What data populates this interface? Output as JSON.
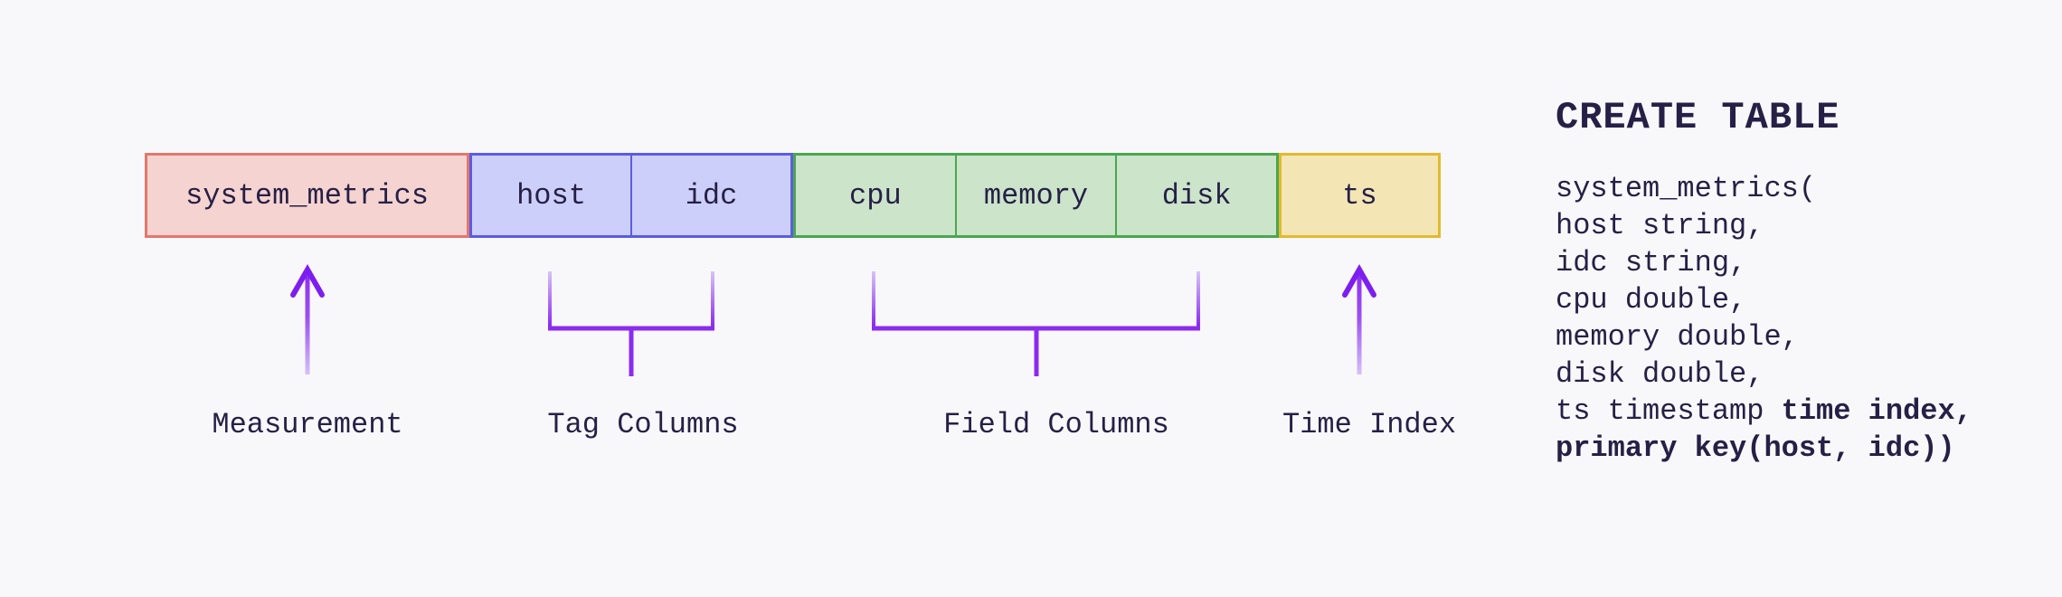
{
  "colors": {
    "background": "#f8f8fa",
    "text": "#262046",
    "measurement_fill": "#f5d3d0",
    "measurement_border": "#e2776d",
    "tag_fill": "#cdcffb",
    "tag_border": "#5b5ce2",
    "field_fill": "#cbe4ca",
    "field_border": "#4aa74f",
    "time_fill": "#f3e6b4",
    "time_border": "#e3b92e",
    "accent_purple": "#8c2bf0",
    "accent_purple_faded": "#d9c8f8"
  },
  "diagram": {
    "groups": [
      {
        "name": "measurement",
        "annotation": "Measurement",
        "cells": [
          {
            "label": "system_metrics"
          }
        ]
      },
      {
        "name": "tags",
        "annotation": "Tag Columns",
        "cells": [
          {
            "label": "host"
          },
          {
            "label": "idc"
          }
        ]
      },
      {
        "name": "fields",
        "annotation": "Field Columns",
        "cells": [
          {
            "label": "cpu"
          },
          {
            "label": "memory"
          },
          {
            "label": "disk"
          }
        ]
      },
      {
        "name": "time",
        "annotation": "Time Index",
        "cells": [
          {
            "label": "ts"
          }
        ]
      }
    ]
  },
  "sql": {
    "heading": "CREATE TABLE",
    "lines": [
      {
        "pre": "system_metrics(",
        "bold": ""
      },
      {
        "pre": "host string,",
        "bold": ""
      },
      {
        "pre": "idc string,",
        "bold": ""
      },
      {
        "pre": "cpu double,",
        "bold": ""
      },
      {
        "pre": "memory double,",
        "bold": ""
      },
      {
        "pre": "disk double,",
        "bold": ""
      },
      {
        "pre": "ts timestamp ",
        "bold": "time index,"
      },
      {
        "pre": "",
        "bold": "primary key(host, idc))"
      }
    ]
  }
}
